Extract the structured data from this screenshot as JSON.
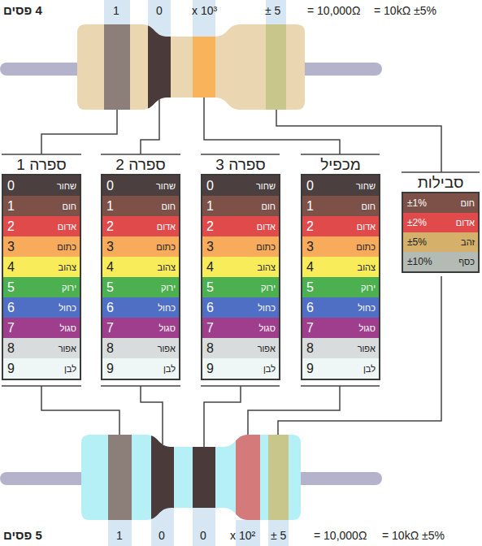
{
  "diagram": {
    "nodes": [
      {
        "text": [
          "ספרה 1"
        ]
      },
      {
        "text": [
          "0",
          "שחור"
        ],
        "in": 0
      },
      {
        "text": [
          "1",
          "חום"
        ],
        "in": 0
      },
      {
        "text": [
          "2",
          "אדום"
        ],
        "in": 0
      },
      {
        "text": [
          "3",
          "כתום"
        ],
        "in": 0
      },
      {
        "text": [
          "4",
          "צהוב"
        ],
        "in": 0
      },
      {
        "text": [
          "5",
          "ירוק"
        ],
        "in": 0
      },
      {
        "text": [
          "6",
          "כחול"
        ],
        "in": 0
      },
      {
        "text": [
          "7",
          "סגול"
        ],
        "in": 0
      },
      {
        "text": [
          "8",
          "אפור"
        ],
        "in": 0
      },
      {
        "text": [
          "9",
          "לבן"
        ],
        "in": 0
      },
      {
        "text": [
          "ספרה 2"
        ]
      },
      {
        "text": [
          "0",
          "שחור"
        ],
        "in": 11
      },
      {
        "text": [
          "1",
          "חום"
        ],
        "in": 11
      },
      {
        "text": [
          "2",
          "אדום"
        ],
        "in": 11
      },
      {
        "text": [
          "3",
          "כתום"
        ],
        "in": 11
      },
      {
        "text": [
          "4",
          "צהוב"
        ],
        "in": 11
      },
      {
        "text": [
          "5",
          "ירוק"
        ],
        "in": 11
      },
      {
        "text": [
          "6",
          "כחול"
        ],
        "in": 11
      },
      {
        "text": [
          "7",
          "סגול"
        ],
        "in": 11
      },
      {
        "text": [
          "8",
          "אפור"
        ],
        "in": 11
      },
      {
        "text": [
          "9",
          "לבן"
        ],
        "in": 11
      },
      {
        "text": [
          "ספרה 3"
        ]
      },
      {
        "text": [
          "0",
          "שחור"
        ],
        "in": 22
      },
      {
        "text": [
          "1",
          "חום"
        ],
        "in": 22
      },
      {
        "text": [
          "2",
          "אדום"
        ],
        "in": 22
      },
      {
        "text": [
          "3",
          "כתום"
        ],
        "in": 22
      },
      {
        "text": [
          "4",
          "צהוב"
        ],
        "in": 22
      },
      {
        "text": [
          "5",
          "ירוק"
        ],
        "in": 22
      },
      {
        "text": [
          "6",
          "כחול"
        ],
        "in": 22
      },
      {
        "text": [
          "7",
          "סגול"
        ],
        "in": 22
      },
      {
        "text": [
          "8",
          "אפור"
        ],
        "in": 22
      },
      {
        "text": [
          "9",
          "לבן"
        ],
        "in": 22
      },
      {
        "text": [
          "מכפיל"
        ]
      },
      {
        "text": [
          "0",
          "שחור"
        ],
        "in": 33
      },
      {
        "text": [
          "1",
          "חום"
        ],
        "in": 33
      },
      {
        "text": [
          "2",
          "אדום"
        ],
        "in": 33
      },
      {
        "text": [
          "3",
          "כתום"
        ],
        "in": 33
      },
      {
        "text": [
          "4",
          "צהוב"
        ],
        "in": 33
      },
      {
        "text": [
          "5",
          "ירוק"
        ],
        "in": 33
      },
      {
        "text": [
          "6",
          "כחול"
        ],
        "in": 33
      },
      {
        "text": [
          "7",
          "סגול"
        ],
        "in": 33
      },
      {
        "text": [
          "8",
          "אפור"
        ],
        "in": 33
      },
      {
        "text": [
          "9",
          "לבן"
        ],
        "in": 33
      },
      {
        "text": [
          "סבילות"
        ]
      },
      {
        "text": [
          "±1%",
          "חום"
        ],
        "in": 44
      },
      {
        "text": [
          "±2%",
          "אדום"
        ],
        "in": 44
      },
      {
        "text": [
          "±5%",
          "זהב"
        ],
        "in": 44
      },
      {
        "text": [
          "±10%",
          "כסף"
        ],
        "in": 44
      }
    ],
    "labels": [
      "4 פסים",
      "1",
      "0",
      "x 10³",
      "± 5",
      "= 10,000Ω",
      "= 10kΩ ±5%",
      "5 פסים",
      "1",
      "0",
      "0",
      "x 10²",
      "± 5",
      "= 10,000Ω",
      "= 10kΩ ±5%"
    ]
  }
}
